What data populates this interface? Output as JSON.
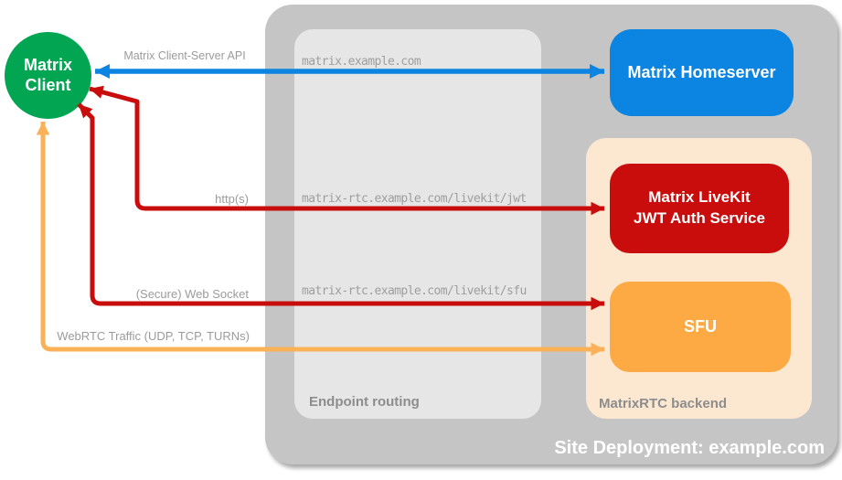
{
  "diagram": {
    "client": {
      "line1": "Matrix",
      "line2": "Client"
    },
    "homeserver": {
      "label": "Matrix Homeserver"
    },
    "jwt_service": {
      "line1": "Matrix LiveKit",
      "line2": "JWT Auth Service"
    },
    "sfu": {
      "label": "SFU"
    },
    "endpoint_routing": {
      "label": "Endpoint routing",
      "endpoints": [
        "matrix.example.com",
        "matrix-rtc.example.com/livekit/jwt",
        "matrix-rtc.example.com/livekit/sfu"
      ]
    },
    "backend": {
      "label": "MatrixRTC backend"
    },
    "site": {
      "label": "Site Deployment: example.com"
    },
    "connections": [
      {
        "label": "Matrix Client-Server API",
        "from": "Matrix Client",
        "to": "Matrix Homeserver",
        "color": "#0b84e2"
      },
      {
        "label": "http(s)",
        "from": "Matrix Client",
        "to": "Matrix LiveKit JWT Auth Service",
        "color": "#c90d0d"
      },
      {
        "label": "(Secure) Web Socket",
        "from": "Matrix Client",
        "to": "SFU",
        "color": "#c90d0d"
      },
      {
        "label": "WebRTC Traffic (UDP, TCP, TURNs)",
        "from": "Matrix Client",
        "to": "SFU",
        "color": "#fbb157"
      }
    ],
    "colors": {
      "client_green": "#02a552",
      "homeserver_blue": "#0b84e2",
      "jwt_red": "#c90d0d",
      "sfu_orange": "#fdaa44",
      "webrtc_arrow_orange": "#fbb157",
      "site_container_gray": "#c5c5c5",
      "routing_box_gray": "#e6e6e6",
      "backend_peach": "#fce7d1",
      "label_gray": "#9b9b9b"
    }
  }
}
